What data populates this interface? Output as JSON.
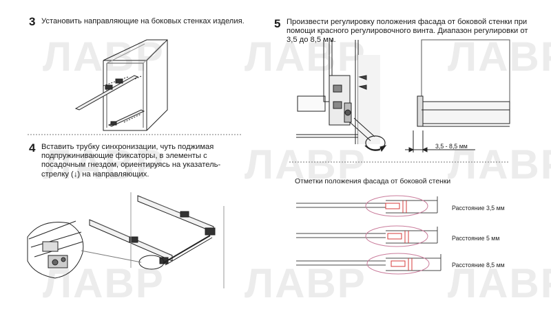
{
  "watermark": {
    "text": "ЛАВР"
  },
  "step3": {
    "number": "3",
    "text": "Установить направляющие на боковых стенках изделия."
  },
  "step4": {
    "number": "4",
    "lines": [
      "Вставить трубку синхронизации, чуть поджимая",
      "подпружинивающие фиксаторы, в элементы с",
      "посадочным гнездом, ориентируясь на указатель-",
      "стрелку (↓) на направляющих."
    ]
  },
  "step5": {
    "number": "5",
    "lines": [
      "Произвести регулировку положения фасада от боковой стенки при",
      "помощи красного регулировочного винта. Диапазон регулировки от",
      "3,5 до 8,5 мм."
    ],
    "dimension_label": "3,5 - 8,5 мм"
  },
  "marks": {
    "heading": "Отметки положения фасада от боковой стенки",
    "rows": [
      {
        "label": "Расстояние 3,5 мм"
      },
      {
        "label": "Расстояние 5 мм"
      },
      {
        "label": "Расстояние 8,5 мм"
      }
    ]
  },
  "colors": {
    "accent_red": "#d43a3a",
    "ellipse": "#c97a9a",
    "line": "#222222"
  }
}
